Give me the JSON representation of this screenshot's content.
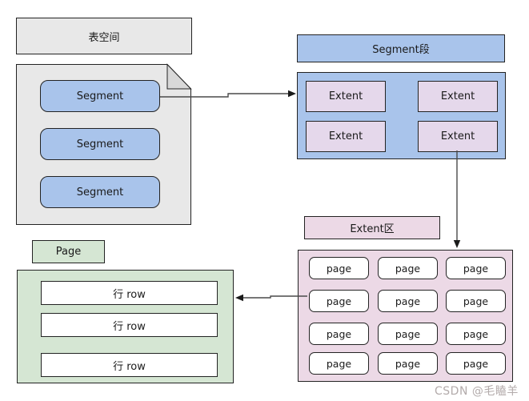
{
  "colors": {
    "canvas_bg": "#ffffff",
    "grey_fill": "#e8e8e8",
    "grey_fold": "#d8d8d8",
    "blue_fill": "#a9c4eb",
    "purple_fill": "#e5d8eb",
    "pink_fill": "#ecd9e6",
    "green_fill": "#d5e6d3",
    "white_fill": "#ffffff",
    "border": "#232323",
    "arrow": "#4a4a4a",
    "watermark": "#b3abab"
  },
  "diagram": {
    "tablespace": {
      "label": "表空间"
    },
    "segment_file": {
      "segments": [
        "Segment",
        "Segment",
        "Segment"
      ]
    },
    "segment_section": {
      "title": "Segment段",
      "extents": [
        "Extent",
        "Extent",
        "Extent",
        "Extent"
      ]
    },
    "extent_section": {
      "label": "Extent区",
      "pages": [
        "page",
        "page",
        "page",
        "page",
        "page",
        "page",
        "page",
        "page",
        "page",
        "page",
        "page",
        "page"
      ]
    },
    "page_section": {
      "label": "Page",
      "rows": [
        "行 row",
        "行 row",
        "行 row"
      ]
    },
    "watermark": "CSDN @毛瞌羊"
  }
}
